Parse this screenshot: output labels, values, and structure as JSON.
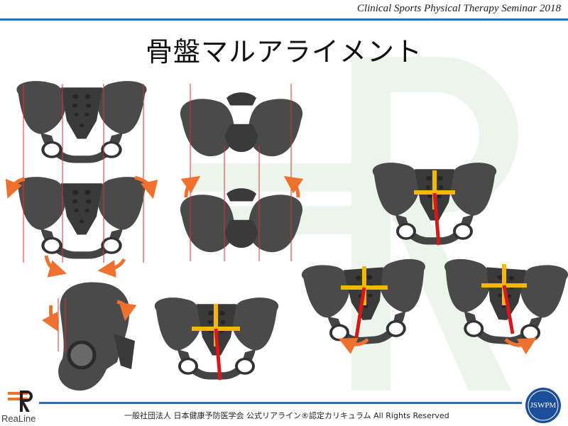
{
  "header": {
    "seminar_title": "Clinical Sports Physical Therapy Seminar 2018"
  },
  "slide": {
    "title": "骨盤マルアライメント"
  },
  "footer": {
    "text": "一般社団法人 日本健康予防医学会 公式リアライン®認定カリキュラム All Rights Reserved"
  },
  "logos": {
    "left_label": "ReaLine",
    "right_label": "JSWPM"
  },
  "icons": [
    "rotation-arrow-icon",
    "pelvis-model",
    "realine-logo-icon",
    "jswpm-logo-icon"
  ],
  "colors": {
    "accent_blue": "#2e6fb7",
    "bone": "#4a4a4a",
    "bone_dark": "#2b2b2b",
    "guide_line": "#e03030",
    "arrow": "#f07030",
    "axis_yellow": "#f5b800",
    "axis_red": "#d81818",
    "watermark": "#e8f3e8"
  }
}
